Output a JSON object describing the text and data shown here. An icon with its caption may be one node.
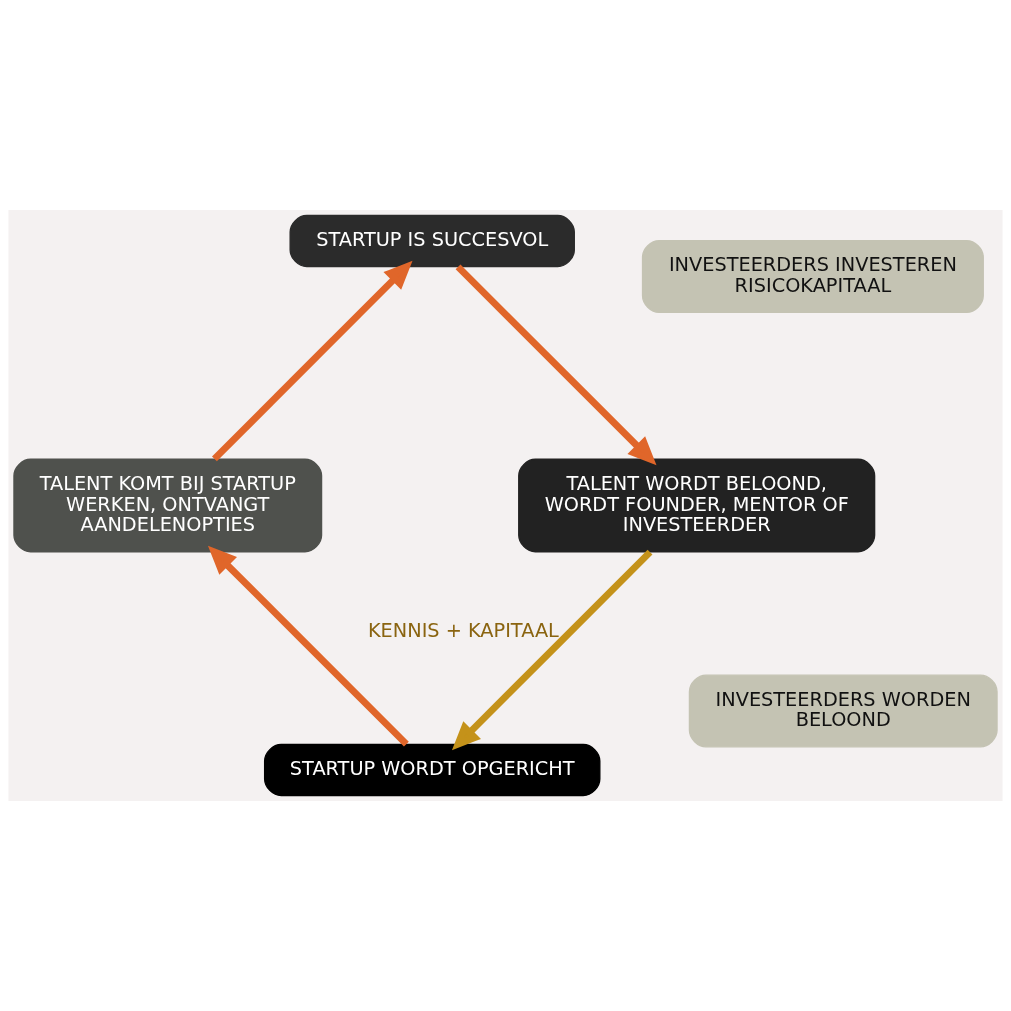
{
  "diagram": {
    "nodes": [
      {
        "text": [
          "STARTUP WORDT OPGERICHT"
        ]
      },
      {
        "text": [
          "TALENT KOMT BIJ STARTUP WERKEN, ONTVANGT AANDELENOPTIES"
        ]
      },
      {
        "text": [
          "STARTUP IS SUCCESVOL"
        ]
      },
      {
        "text": [
          "TALENT WORDT BELOOND, WORDT FOUNDER, MENTOR OF INVESTEERDER"
        ]
      },
      {
        "text": [
          "INVESTEERDERS INVESTEREN RISICOKAPITAAL"
        ]
      },
      {
        "text": [
          "INVESTEERDERS WORDEN BELOOND"
        ]
      }
    ],
    "edges": [
      {
        "from": 0,
        "to": 1,
        "arrow": "to"
      },
      {
        "from": 1,
        "to": 2,
        "arrow": "to"
      },
      {
        "from": 2,
        "to": 3,
        "arrow": "to"
      },
      {
        "from": 3,
        "to": 0,
        "arrow": "to",
        "label": "KENNIS + KAPITAAL",
        "color": "#c4921a"
      }
    ]
  }
}
